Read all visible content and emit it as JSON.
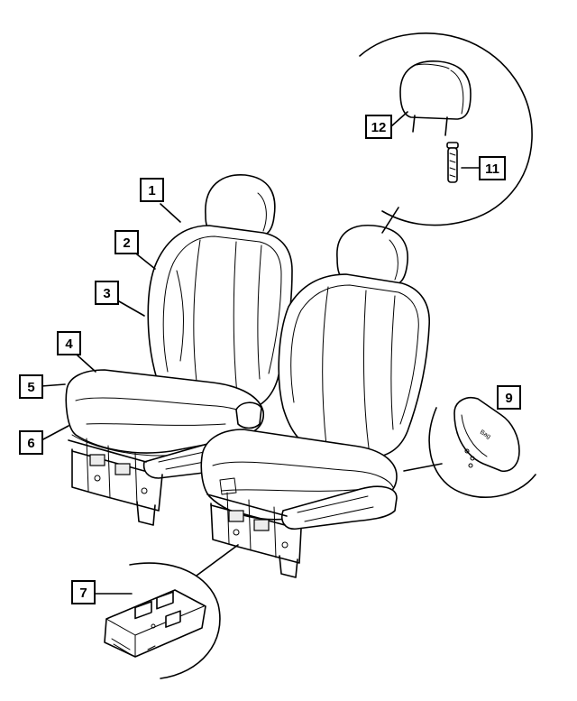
{
  "callouts": [
    {
      "id": "1",
      "label": "1"
    },
    {
      "id": "2",
      "label": "2"
    },
    {
      "id": "3",
      "label": "3"
    },
    {
      "id": "4",
      "label": "4"
    },
    {
      "id": "5",
      "label": "5"
    },
    {
      "id": "6",
      "label": "6"
    },
    {
      "id": "7",
      "label": "7"
    },
    {
      "id": "9",
      "label": "9"
    },
    {
      "id": "11",
      "label": "11"
    },
    {
      "id": "12",
      "label": "12"
    }
  ],
  "airbag_module": {
    "embossed_text": "Bag"
  }
}
